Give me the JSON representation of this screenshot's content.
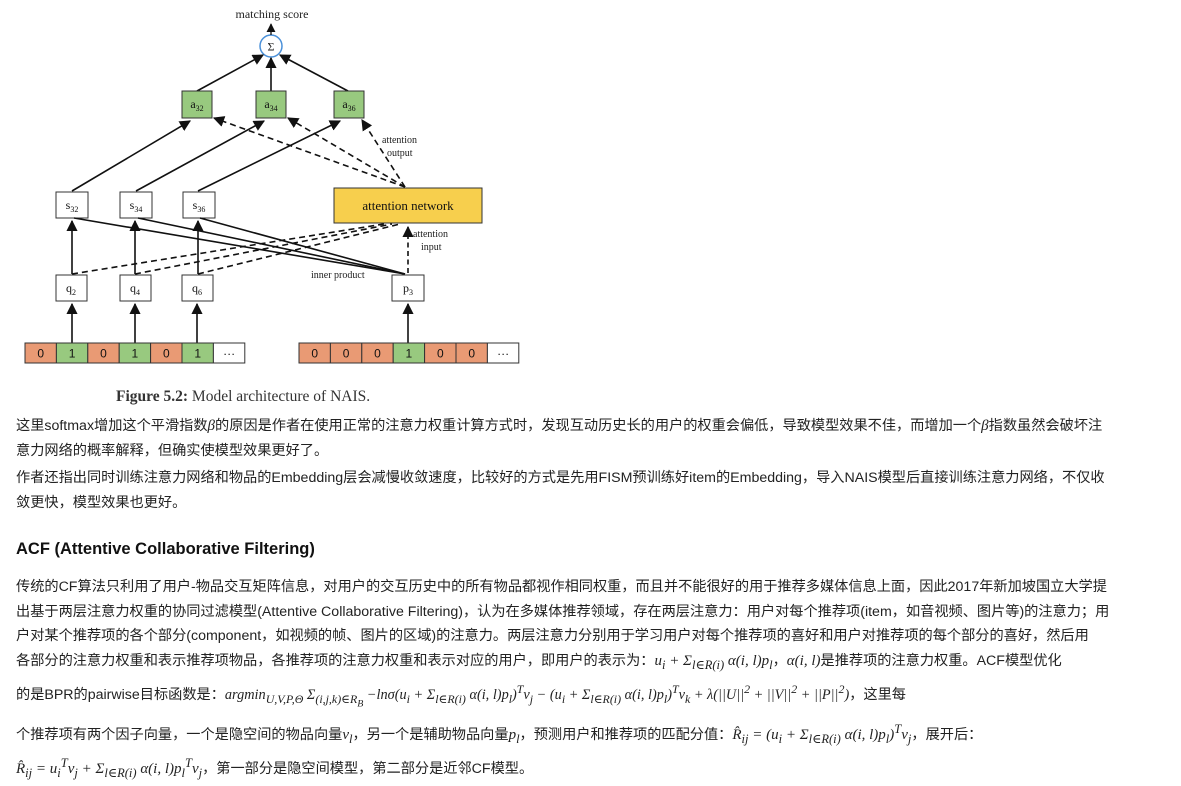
{
  "figure": {
    "top_label": "matching score",
    "sum_symbol": "Σ",
    "attn_nodes": [
      {
        "base": "a",
        "sub": "32"
      },
      {
        "base": "a",
        "sub": "34"
      },
      {
        "base": "a",
        "sub": "36"
      }
    ],
    "s_nodes": [
      {
        "base": "s",
        "sub": "32"
      },
      {
        "base": "s",
        "sub": "34"
      },
      {
        "base": "s",
        "sub": "36"
      }
    ],
    "q_nodes": [
      {
        "base": "q",
        "sub": "2"
      },
      {
        "base": "q",
        "sub": "4"
      },
      {
        "base": "q",
        "sub": "6"
      }
    ],
    "p_node": {
      "base": "p",
      "sub": "3"
    },
    "attention_network_label": "attention network",
    "attention_output_label": [
      "attention",
      "output"
    ],
    "attention_input_label": [
      "attention",
      "input"
    ],
    "inner_product_label": "inner product",
    "left_vector": [
      "0",
      "1",
      "0",
      "1",
      "0",
      "1",
      "···"
    ],
    "right_vector": [
      "0",
      "0",
      "0",
      "1",
      "0",
      "0",
      "···"
    ],
    "colors": {
      "orange": "#e99a74",
      "green": "#98c97f",
      "attention_box": "#f7cf4d",
      "sum_circle": "#4a90d9"
    }
  },
  "caption": {
    "label": "Figure 5.2:",
    "text": " Model architecture of NAIS."
  },
  "para1": {
    "line1_a": "这里softmax增加这个平滑指数",
    "beta": "β",
    "line1_b": "的原因是作者在使用正常的注意力权重计算方式时，发现互动历史长的用户的权重会偏低，导致模型效果不佳，而增加一个",
    "line1_c": "指数虽然会破坏注",
    "line2": "意力网络的概率解释，但确实使模型效果更好了。"
  },
  "para2": {
    "line1": "作者还指出同时训练注意力网络和物品的Embedding层会减慢收敛速度，比较好的方式是先用FISM预训练好item的Embedding，导入NAIS模型后直接训练注意力网络，不仅收",
    "line2": "敛更快，模型效果也更好。"
  },
  "heading": "ACF (Attentive Collaborative Filtering)",
  "para3": {
    "l1": "传统的CF算法只利用了用户-物品交互矩阵信息，对用户的交互历史中的所有物品都视作相同权重，而且并不能很好的用于推荐多媒体信息上面，因此2017年新加坡国立大学提",
    "l2": "出基于两层注意力权重的协同过滤模型(Attentive Collaborative Filtering)，认为在多媒体推荐领域，存在两层注意力：用户对每个推荐项(item，如音视频、图片等)的注意力；用",
    "l3": "户对某个推荐项的各个部分(component，如视频的帧、图片的区域)的注意力。两层注意力分别用于学习用户对每个推荐项的喜好和用户对推荐项的每个部分的喜好，然后用",
    "l4a": "各部分的注意力权重和表示推荐项物品，各推荐项的注意力权重和表示对应的用户，即用户的表示为：",
    "l4_formula": "u_i + Σ_{l∈R(i)} α(i,l)p_l",
    "l4b": "，",
    "l4_alpha": "α(i,l)",
    "l4c": "是推荐项的注意力权重。ACF模型优化",
    "l5a": "的是BPR的pairwise目标函数是：",
    "l5_formula": "argmin_{U,V,P,Θ} Σ_{(i,j,k)∈R_B} −lnσ(u_i + Σ_{l∈R(i)} α(i,l)p_l)^T v_j − (u_i + Σ_{l∈R(i)} α(i,l)p_l)^T v_k + λ(||U||² + ||V||² + ||P||²)",
    "l5b": "，这里每",
    "l6a": "个推荐项有两个因子向量，一个是隐空间的物品向量",
    "l6_vl": "v_l",
    "l6b": "，另一个是辅助物品向量",
    "l6_pl": "p_l",
    "l6c": "，预测用户和推荐项的匹配分值：",
    "l6_formula": "R̂_ij = (u_i + Σ_{l∈R(i)} α(i,l)p_l)^T v_j",
    "l6d": "，展开后：",
    "l7_formula": "R̂_ij = u_i^T v_j + Σ_{l∈R(i)} α(i,l)p_l^T v_j",
    "l7b": "，第一部分是隐空间模型，第二部分是近邻CF模型。"
  }
}
